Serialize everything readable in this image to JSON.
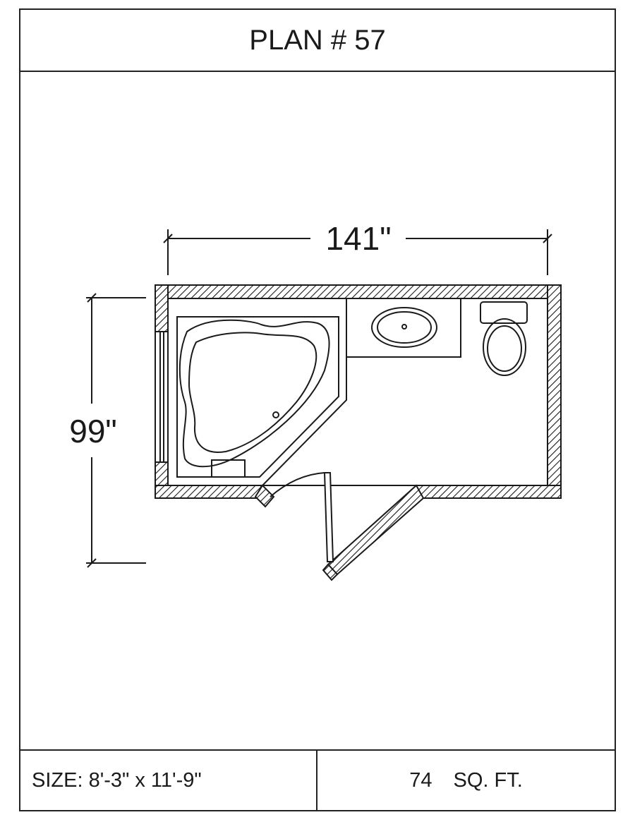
{
  "title": "PLAN # 57",
  "dimensions": {
    "width": "141\"",
    "height": "99\""
  },
  "footer": {
    "size": "SIZE:  8'-3\" x 11'-9\"",
    "area_value": "74",
    "area_unit": "SQ. FT."
  },
  "colors": {
    "line": "#1a1a1a",
    "background": "#ffffff"
  }
}
